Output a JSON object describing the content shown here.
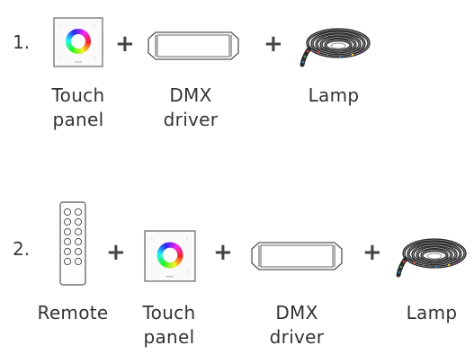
{
  "steps": [
    {
      "number": "1.",
      "items": [
        {
          "label": "Touch\npanel",
          "icon": "touch-panel-icon"
        },
        {
          "label": "DMX\ndriver",
          "icon": "dmx-driver-icon"
        },
        {
          "label": "Lamp",
          "icon": "led-strip-lamp-icon"
        }
      ]
    },
    {
      "number": "2.",
      "items": [
        {
          "label": "Remote",
          "icon": "remote-control-icon"
        },
        {
          "label": "Touch\npanel",
          "icon": "touch-panel-icon"
        },
        {
          "label": "DMX\ndriver",
          "icon": "dmx-driver-icon"
        },
        {
          "label": "Lamp",
          "icon": "led-strip-lamp-icon"
        }
      ]
    }
  ],
  "plus_sign": "+",
  "colors": {
    "text": "#333333",
    "outline": "#555555",
    "strip": "#2a2a2a"
  }
}
